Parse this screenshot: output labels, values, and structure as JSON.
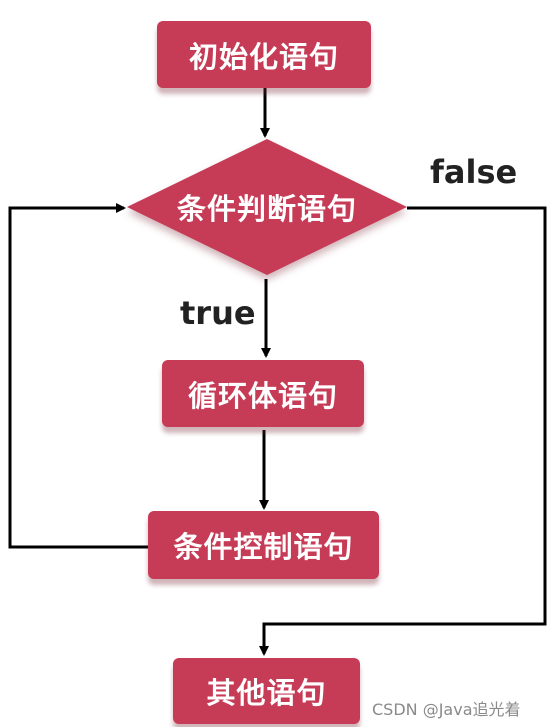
{
  "nodes": {
    "init": "初始化语句",
    "condition": "条件判断语句",
    "body": "循环体语句",
    "control": "条件控制语句",
    "other": "其他语句"
  },
  "edge_labels": {
    "false": "false",
    "true": "true"
  },
  "watermark": "CSDN @Java追光着",
  "colors": {
    "node_fill": "#c63b55",
    "node_text": "#ffffff",
    "line": "#000000"
  }
}
